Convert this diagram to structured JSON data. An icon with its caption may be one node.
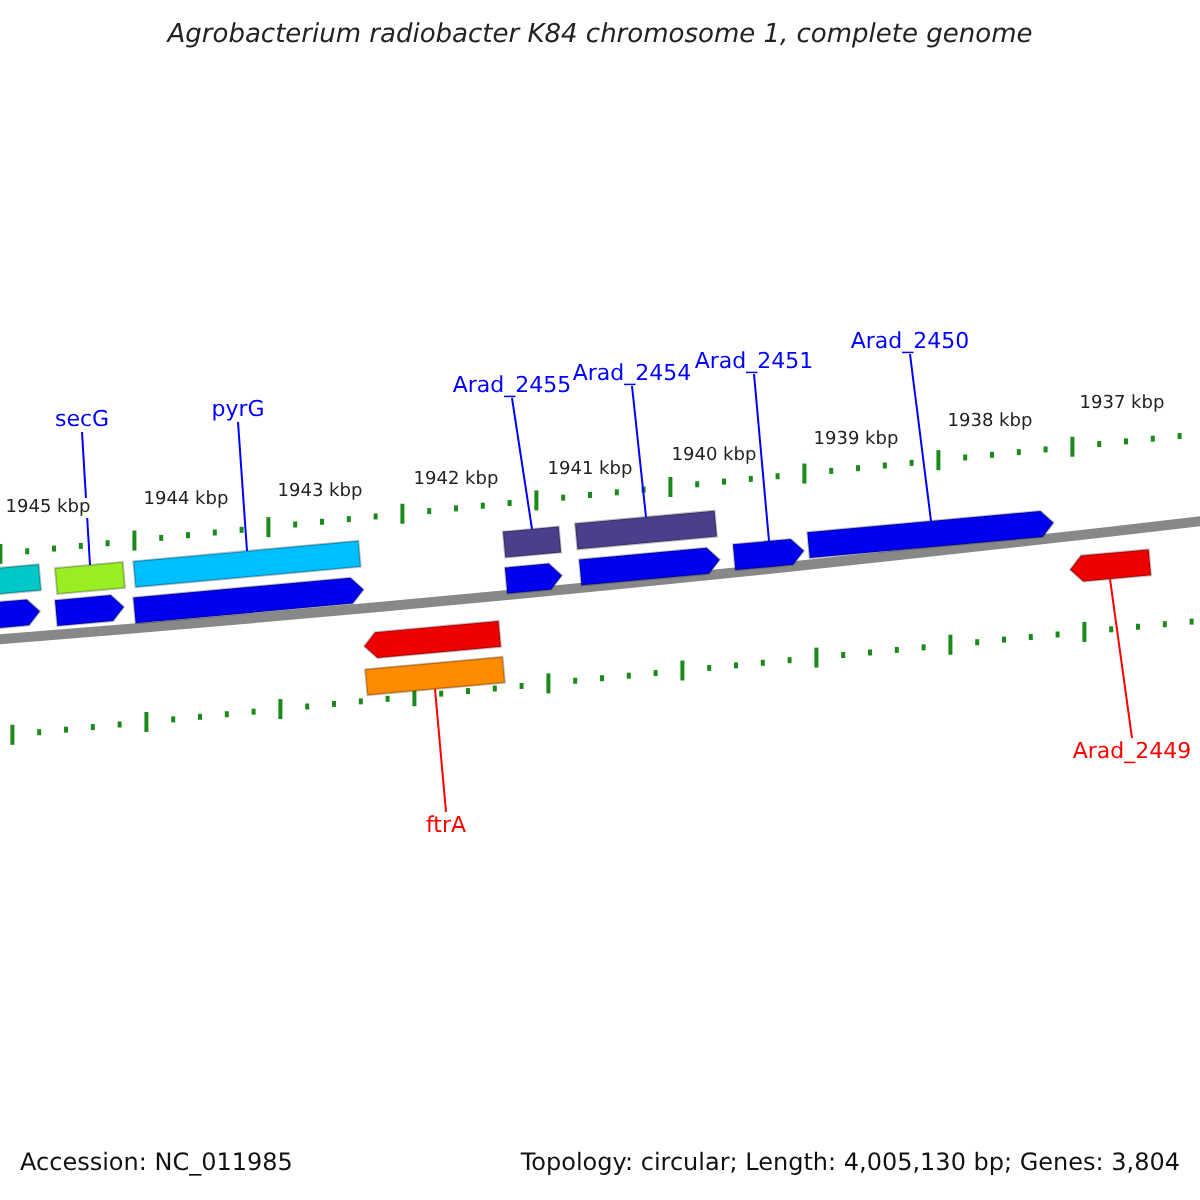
{
  "diagram": {
    "title": "Agrobacterium radiobacter K84 chromosome 1, complete genome",
    "nodes": [
      {
        "text": [
          "secG"
        ]
      },
      {
        "text": [
          "pyrG"
        ]
      },
      {
        "text": [
          "Arad_2455"
        ]
      },
      {
        "text": [
          "Arad_2454"
        ]
      },
      {
        "text": [
          "Arad_2451"
        ]
      },
      {
        "text": [
          "Arad_2450"
        ]
      },
      {
        "text": [
          "ftrA"
        ]
      },
      {
        "text": [
          "Arad_2449"
        ]
      },
      {
        "text": [],
        "shape": "bar"
      },
      {
        "text": [],
        "shape": "arrow"
      },
      {
        "text": [],
        "shape": "bar"
      },
      {
        "text": [],
        "shape": "arrow"
      },
      {
        "text": [],
        "shape": "bar"
      },
      {
        "text": [],
        "shape": "arrow"
      },
      {
        "text": [],
        "shape": "arrow"
      },
      {
        "text": [],
        "shape": "bar"
      },
      {
        "text": [],
        "shape": "bar"
      },
      {
        "text": [],
        "shape": "arrow"
      },
      {
        "text": [],
        "shape": "bar"
      },
      {
        "text": [],
        "shape": "arrow"
      },
      {
        "text": [],
        "shape": "arrow"
      },
      {
        "text": [],
        "shape": "arrow"
      },
      {
        "text": [],
        "shape": "arrow"
      }
    ],
    "edges": [
      {
        "from": 0,
        "to": 10,
        "arrow": "none"
      },
      {
        "from": 1,
        "to": 12,
        "arrow": "none"
      },
      {
        "from": 2,
        "to": 16,
        "arrow": "none"
      },
      {
        "from": 3,
        "to": 18,
        "arrow": "none"
      },
      {
        "from": 4,
        "to": 20,
        "arrow": "none"
      },
      {
        "from": 5,
        "to": 21,
        "arrow": "none"
      },
      {
        "from": 6,
        "to": 15,
        "arrow": "none",
        "color": "#ff0000"
      },
      {
        "from": 7,
        "to": 22,
        "arrow": "none",
        "color": "#ff0000"
      }
    ],
    "labels": [
      "1937 kbp",
      "1938 kbp",
      "1939 kbp",
      "1940 kbp",
      "1941 kbp",
      "1942 kbp",
      "1943 kbp",
      "1944 kbp",
      "1945 kbp",
      "Accession: NC_011985",
      "Topology: circular; Length: 4,005,130 bp; Genes: 3,804"
    ]
  }
}
